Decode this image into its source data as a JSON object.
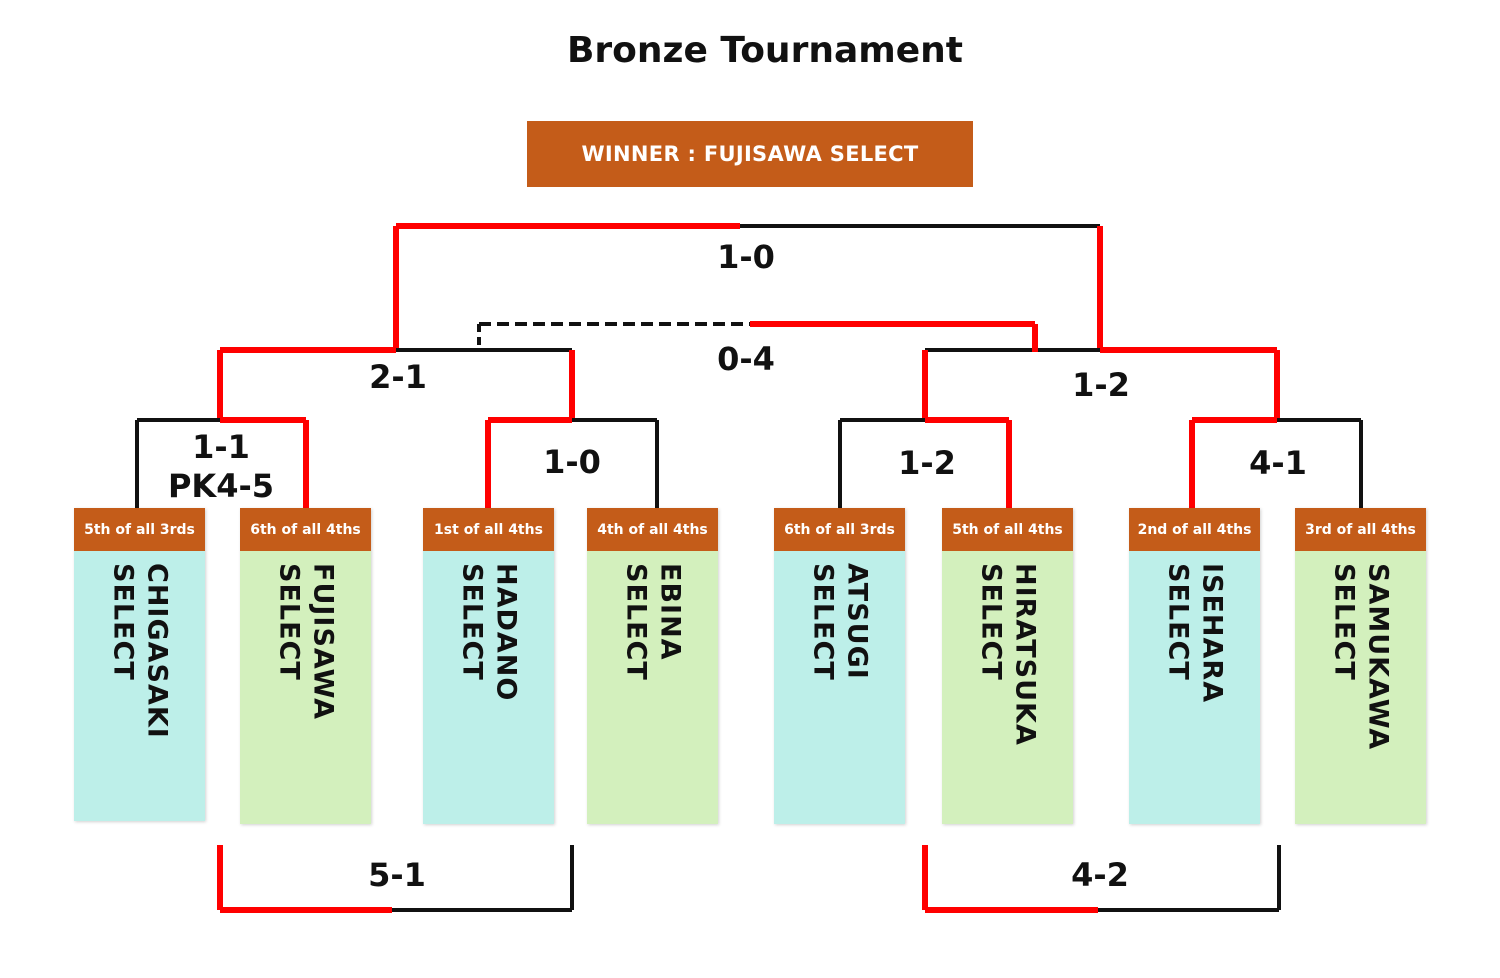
{
  "title": "Bronze Tournament",
  "winner_label": "WINNER : FUJISAWA SELECT",
  "colors": {
    "accent": "#c45c19",
    "win_line": "#ff0000",
    "line": "#111111",
    "team_cyan": "#bdefe9",
    "team_green": "#d3f0bd"
  },
  "teams": [
    {
      "rank": "5th of all 3rds",
      "name": "CHIGASAKI\nSELECT"
    },
    {
      "rank": "6th of all 4ths",
      "name": "FUJISAWA\nSELECT"
    },
    {
      "rank": "1st of all 4ths",
      "name": "HADANO\nSELECT"
    },
    {
      "rank": "4th of all 4ths",
      "name": "EBINA\nSELECT"
    },
    {
      "rank": "6th of all 3rds",
      "name": "ATSUGI\nSELECT"
    },
    {
      "rank": "5th of all 4ths",
      "name": "HIRATSUKA\nSELECT"
    },
    {
      "rank": "2nd of all 4ths",
      "name": "ISEHARA\nSELECT"
    },
    {
      "rank": "3rd of all 4ths",
      "name": "SAMUKAWA\nSELECT"
    }
  ],
  "scores": {
    "r1_m1": "1-1",
    "r1_m1_pk": "PK4-5",
    "r1_m2": "1-0",
    "r1_m3": "1-2",
    "r1_m4": "4-1",
    "semi_left": "2-1",
    "semi_right": "1-2",
    "final": "1-0",
    "extra_top": "0-4",
    "extra_bottom_left": "5-1",
    "extra_bottom_right": "4-2"
  }
}
